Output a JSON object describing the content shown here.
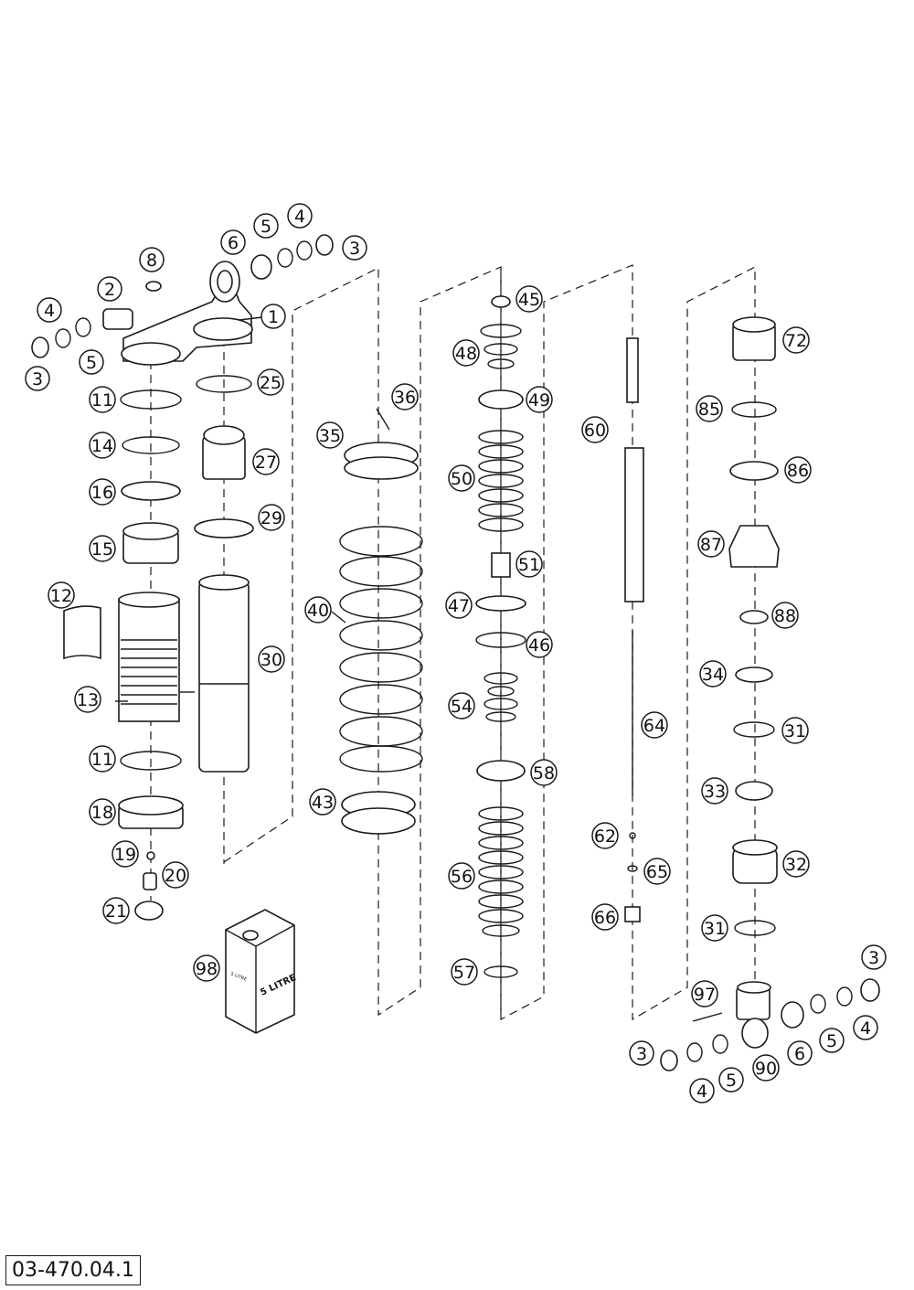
{
  "drawing_code": "03-470.04.1",
  "container_label": "5 LITRE",
  "container_side_label": "5 LITRE",
  "callouts": [
    "1",
    "2",
    "3",
    "4",
    "5",
    "6",
    "8",
    "11",
    "12",
    "13",
    "14",
    "15",
    "16",
    "18",
    "19",
    "20",
    "21",
    "25",
    "27",
    "29",
    "30",
    "31",
    "32",
    "33",
    "34",
    "35",
    "36",
    "40",
    "43",
    "45",
    "46",
    "47",
    "48",
    "49",
    "50",
    "51",
    "54",
    "56",
    "57",
    "58",
    "60",
    "62",
    "64",
    "65",
    "66",
    "72",
    "85",
    "86",
    "87",
    "88",
    "90",
    "97",
    "98"
  ]
}
